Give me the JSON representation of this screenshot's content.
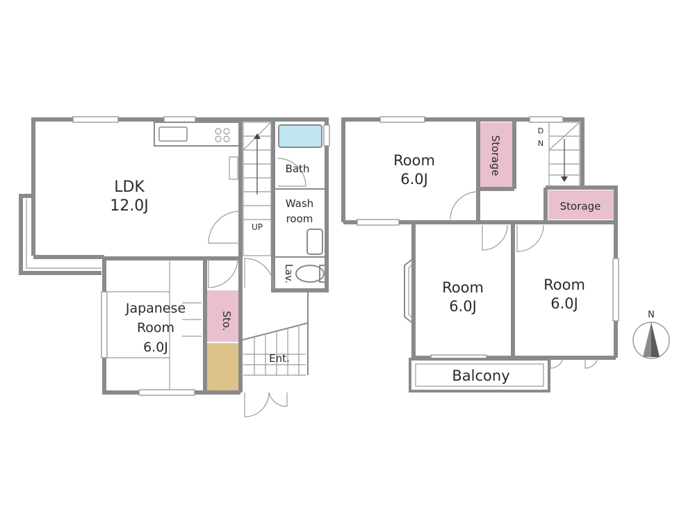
{
  "colors": {
    "wall": "#8a8a8a",
    "storage": "#e8c0cf",
    "bath": "#bfe6f2",
    "entry_step": "#dcc38a",
    "compass": "#9a9a9a"
  },
  "floor1": {
    "ldk": {
      "name": "LDK",
      "size": "12.0J"
    },
    "japanese": {
      "name1": "Japanese",
      "name2": "Room",
      "size": "6.0J"
    },
    "bath": "Bath",
    "wash": {
      "line1": "Wash",
      "line2": "room"
    },
    "lav": "Lav.",
    "sto": "Sto.",
    "ent": "Ent.",
    "up": "UP"
  },
  "floor2": {
    "room_a": {
      "name": "Room",
      "size": "6.0J"
    },
    "room_b": {
      "name": "Room",
      "size": "6.0J"
    },
    "room_c": {
      "name": "Room",
      "size": "6.0J"
    },
    "storage_v": "Storage",
    "storage_h": "Storage",
    "balcony": "Balcony",
    "dn": {
      "d": "D",
      "n": "N"
    }
  },
  "compass": {
    "north": "N"
  }
}
